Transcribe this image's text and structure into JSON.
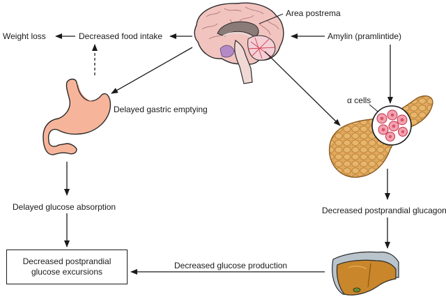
{
  "labels": {
    "area_postrema": "Area postrema",
    "amylin": "Amylin (pramlintide)",
    "weight_loss": "Weight loss",
    "decreased_food_intake": "Decreased food intake",
    "delayed_gastric_emptying": "Delayed gastric emptying",
    "alpha_cells": "α cells",
    "delayed_glucose_absorption": "Delayed glucose absorption",
    "decreased_postprandial_glucagon": "Decreased postprandial glucagon",
    "decreased_glucose_production": "Decreased glucose production",
    "outcome_line1": "Decreased postprandial",
    "outcome_line2": "glucose excursions"
  },
  "colors": {
    "brain": "#f2c4c0",
    "stomach": "#f6b59a",
    "pancreas": "#e2a95c",
    "liver": "#c9862a",
    "alpha_cell": "#d9546a",
    "line": "#1a1a1a"
  },
  "icons": [
    "brain-icon",
    "stomach-icon",
    "pancreas-icon",
    "liver-icon",
    "alpha-cells-magnifier-icon"
  ]
}
